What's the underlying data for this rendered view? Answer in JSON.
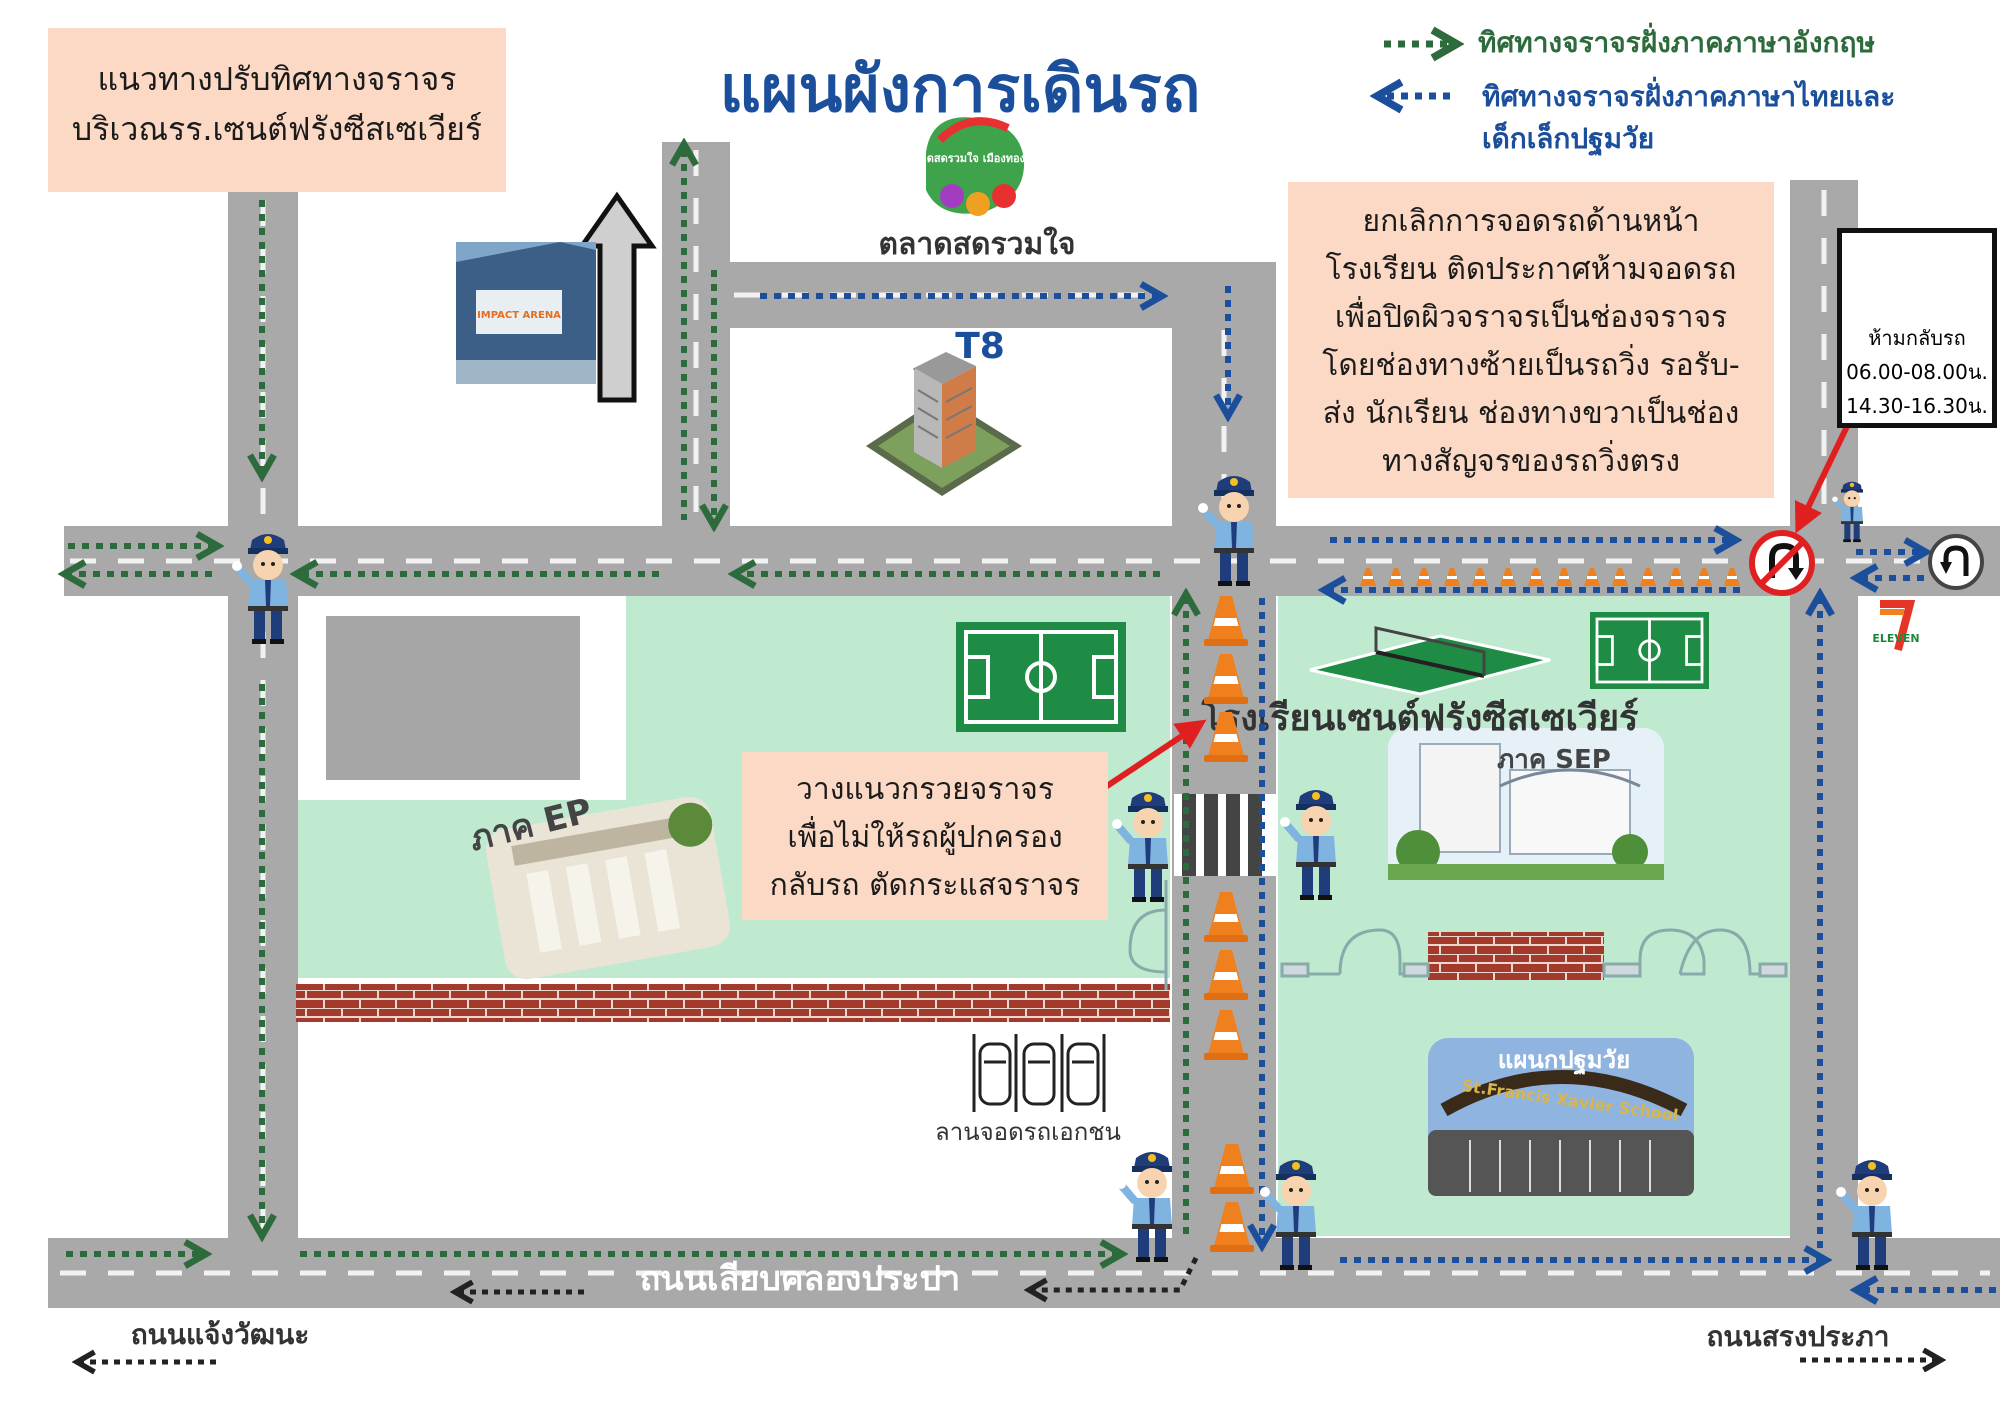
{
  "title": "แผนผังการเดินรถ",
  "info_box": {
    "lines": [
      "แนวทางปรับทิศทางจราจร",
      "บริเวณรร.เซนต์ฟรังซีสเซเวียร์"
    ]
  },
  "legend": {
    "green_label": "ทิศทางจราจรฝั่งภาคภาษาอังกฤษ",
    "blue_label_lines": [
      "ทิศทางจราจรฝั่งภาคภาษาไทยและ",
      "เด็กเล็กปฐมวัย"
    ],
    "green_color": "#2e6b3c",
    "blue_color": "#1b4f9c"
  },
  "notice_box": {
    "lines": [
      "ยกเลิกการจอดรถด้านหน้า",
      "โรงเรียน ติดประกาศห้ามจอดรถ",
      "เพื่อปิดผิวจราจรเป็นช่องจราจร",
      "โดยช่องทางซ้ายเป็นรถวิ่ง รอรับ-",
      "ส่ง นักเรียน ช่องทางขวาเป็นช่อง",
      "ทางสัญจรของรถวิ่งตรง"
    ]
  },
  "cone_box": {
    "lines": [
      "วางแนวกรวยจราจร",
      "เพื่อไม่ให้รถผู้ปกครอง",
      "กลับรถ ตัดกระแสจราจร"
    ]
  },
  "no_uturn_sign": {
    "lines": [
      "ห้ามกลับรถ",
      "06.00-08.00น.",
      "14.30-16.30น."
    ]
  },
  "places": {
    "market": "ตลาดสดรวมใจ",
    "market_logo_text": "ตลาดสดรวมใจ เมืองทองธานี",
    "building": "T8",
    "impact_logo": "IMPACT ARENA",
    "school": "โรงเรียนเซนต์ฟรังซีสเซเวียร์",
    "sep": "ภาค SEP",
    "ep": "ภาค EP",
    "kindergarten": "แผนกปฐมวัย",
    "school_sign": "St.Francis Xavier School",
    "parking": "ลานจอดรถเอกชน",
    "seven_eleven": "ELEVEN"
  },
  "roads": {
    "bottom": "ถนนเลียบคลองประปา",
    "left": "ถนนแจ้งวัฒนะ",
    "right": "ถนนสรงประภา"
  },
  "icons": [
    "up-arrow-icon",
    "market-logo-icon",
    "building-icon",
    "impact-building-icon",
    "traffic-cone-icon",
    "police-officer-icon",
    "no-uturn-sign-icon",
    "uturn-sign-icon",
    "seven-eleven-logo-icon",
    "football-field-icon",
    "tennis-court-icon",
    "parking-cars-icon",
    "crosswalk-icon",
    "brick-wall-icon",
    "gate-icon",
    "red-pointer-arrow-icon"
  ]
}
